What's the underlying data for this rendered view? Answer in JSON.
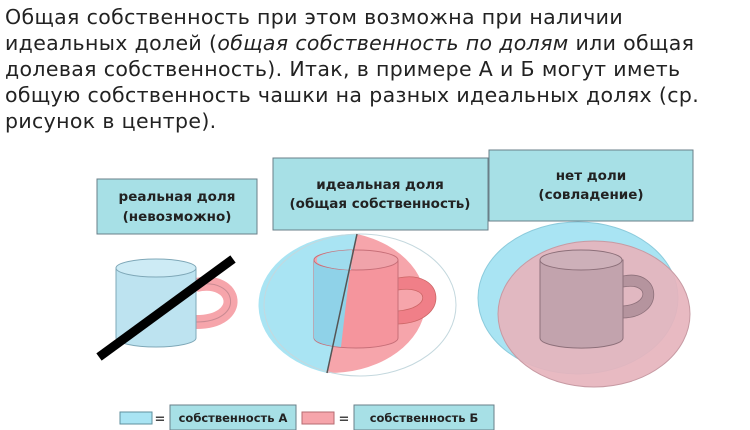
{
  "paragraph": {
    "part1": "Общая собственность при этом возможна при наличии идеальных долей (",
    "emphasis": "общая собственность по долям",
    "part2": " или общая долевая собственность). Итак, в примере А и Б могут иметь общую собственность чашки на разных идеальных долях (ср. рисунок в центре)."
  },
  "panels": [
    {
      "line1": "реальная доля",
      "line2": "(невозможно)"
    },
    {
      "line1": "идеальная доля",
      "line2": "(общая собственность)"
    },
    {
      "line1": "нет доли",
      "line2": "(совладение)"
    }
  ],
  "legend": {
    "equals": "=",
    "owner_a": "собственность А",
    "owner_b": "собственность Б"
  },
  "colors": {
    "owner_a": "#a9e4f3",
    "owner_b": "#f6a5ab",
    "label_box": "#a7e0e6",
    "overlap": "#c8aab4",
    "cross_line": "#000000"
  }
}
